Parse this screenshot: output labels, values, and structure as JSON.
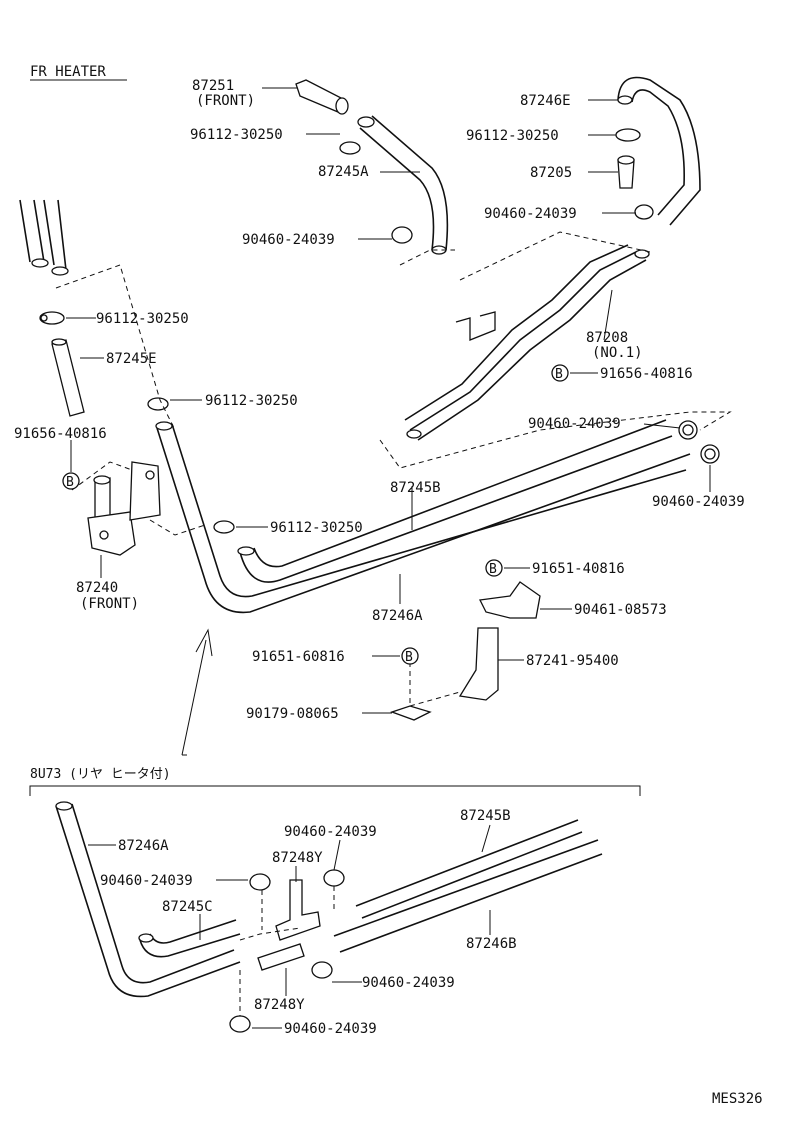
{
  "section_label": "FR HEATER",
  "section_label_2": "8U73 (リヤ ヒータ付)",
  "code": "MES326",
  "bolt_symbol": "B",
  "callouts": {
    "c87251": "87251",
    "front1": "(FRONT)",
    "c96112a": "96112-30250",
    "c87245A": "87245A",
    "c90460a": "90460-24039",
    "c87246E": "87246E",
    "c96112b": "96112-30250",
    "c87205": "87205",
    "c90460b": "90460-24039",
    "c96112c": "96112-30250",
    "c87245E": "87245E",
    "c87208": "87208",
    "no1": "(NO.1)",
    "c91656b": "91656-40816",
    "c96112d": "96112-30250",
    "c91656a": "91656-40816",
    "c90460c": "90460-24039",
    "c87245B": "87245B",
    "c90460d": "90460-24039",
    "c96112e": "96112-30250",
    "c87240": "87240",
    "front2": "(FRONT)",
    "c91651a": "91651-40816",
    "c87246A": "87246A",
    "c90461": "90461-08573",
    "c91651b": "91651-60816",
    "c87241": "87241-95400",
    "c90179": "90179-08065",
    "l87246A": "87246A",
    "l90460a": "90460-24039",
    "l87248Ya": "87248Y",
    "l90460b": "90460-24039",
    "l87245B": "87245B",
    "l87245C": "87245C",
    "l87246B": "87246B",
    "l90460c": "90460-24039",
    "l87248Yb": "87248Y",
    "l90460d": "90460-24039"
  }
}
